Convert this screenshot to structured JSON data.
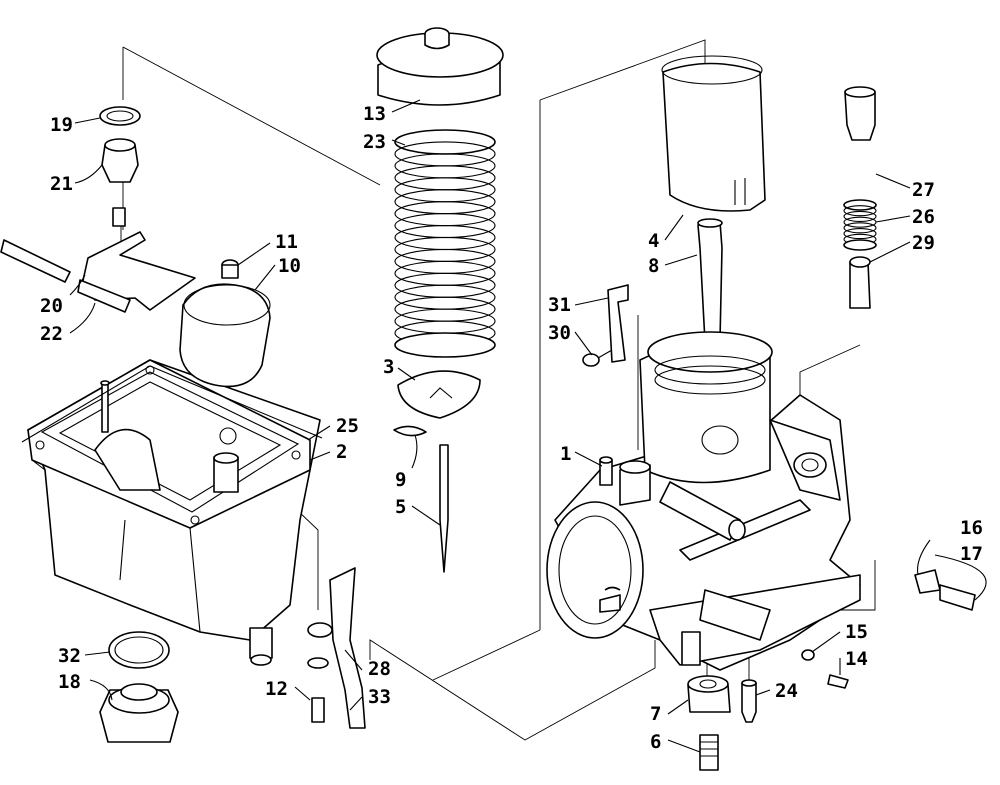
{
  "labels": {
    "p1": "1",
    "p2": "2",
    "p3": "3",
    "p4": "4",
    "p5": "5",
    "p6": "6",
    "p7": "7",
    "p8": "8",
    "p9": "9",
    "p10": "10",
    "p11": "11",
    "p12": "12",
    "p13": "13",
    "p14": "14",
    "p15": "15",
    "p16": "16",
    "p17": "17",
    "p18": "18",
    "p19": "19",
    "p20": "20",
    "p21": "21",
    "p22": "22",
    "p23": "23",
    "p24": "24",
    "p25": "25",
    "p26": "26",
    "p27": "27",
    "p28": "28",
    "p29": "29",
    "p30": "30",
    "p31": "31",
    "p32": "32",
    "p33": "33"
  },
  "colors": {
    "ink": "#000000",
    "paper": "#ffffff"
  }
}
